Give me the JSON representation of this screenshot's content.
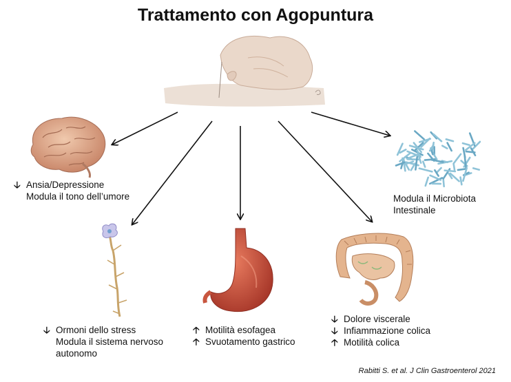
{
  "title": "Trattamento con Agopuntura",
  "brain": {
    "lines": [
      {
        "arrow": "down",
        "text": "Ansia/Depressione"
      },
      {
        "arrow": "",
        "text": "Modula il tono dell’umore"
      }
    ]
  },
  "microbiota": {
    "lines": [
      "Modula il Microbiota",
      "Intestinale"
    ]
  },
  "nerve": {
    "lines": [
      {
        "arrow": "down",
        "text": "Ormoni dello stress"
      },
      {
        "arrow": "",
        "text": "Modula il sistema nervoso"
      },
      {
        "arrow": "",
        "text": "autonomo"
      }
    ]
  },
  "stomach": {
    "lines": [
      {
        "arrow": "up",
        "text": "Motilità esofagea"
      },
      {
        "arrow": "up",
        "text": "Svuotamento gastrico"
      }
    ]
  },
  "colon": {
    "lines": [
      {
        "arrow": "down",
        "text": "Dolore viscerale"
      },
      {
        "arrow": "down",
        "text": "Infiammazione colica"
      },
      {
        "arrow": "up",
        "text": "Motilità colica"
      }
    ]
  },
  "citation": "Rabitti S. et al. J Clin Gastroenterol 2021",
  "colors": {
    "arrow": "#111111",
    "hand": "#e9d6c8",
    "brain": "#d9a98e",
    "microbiota": "#8fc3d8",
    "stomach": "#c8563f",
    "colon": "#e0b08a",
    "nerve": "#c8a46a"
  }
}
